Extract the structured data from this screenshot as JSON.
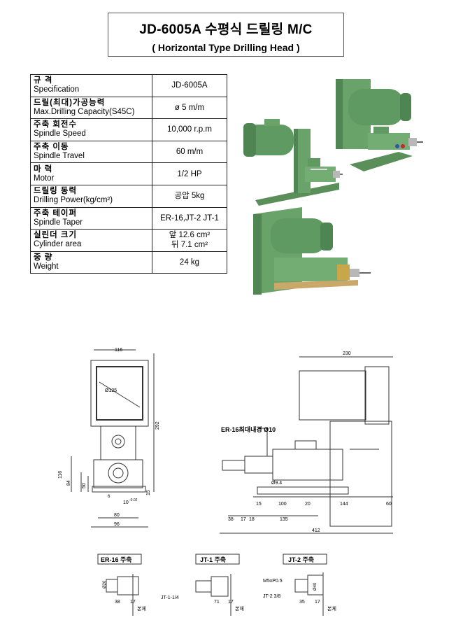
{
  "title": {
    "main": "JD-6005A 수평식 드릴링 M/C",
    "sub": "( Horizontal Type Drilling Head )"
  },
  "spec": {
    "rows": [
      {
        "ko": "규    격",
        "en": "Specification",
        "value": "JD-6005A"
      },
      {
        "ko": "드릴(최대)가공능력",
        "en": "Max.Drilling Capacity(S45C)",
        "value": "ø 5 m/m"
      },
      {
        "ko": "주축 회전수",
        "en": "Spindle Speed",
        "value": "10,000 r.p.m"
      },
      {
        "ko": "주축 이동",
        "en": "Spindle Travel",
        "value": "60 m/m"
      },
      {
        "ko": "마    력",
        "en": "Motor",
        "value": "1/2 HP"
      },
      {
        "ko": "드릴링 동력",
        "en": "Drilling Power(kg/cm²)",
        "value": "공압 5kg"
      },
      {
        "ko": "주축 테이퍼",
        "en": "Spindle Taper",
        "value": "ER-16,JT-2 JT-1"
      },
      {
        "ko": "실린더 크기",
        "en": "Cylinder area",
        "value": "앞 12.6 cm²",
        "value2": "뒤  7.1 cm²"
      },
      {
        "ko": "중    량",
        "en": "Weight",
        "value": "24 kg"
      }
    ]
  },
  "front_view": {
    "d116": "116",
    "d125": "Ø125",
    "d292": "292",
    "d116v": "116",
    "d84": "84",
    "d50": "50",
    "d15": "15",
    "d6": "6",
    "d10": "10",
    "tol": "-0.02",
    "d80": "80",
    "d96": "96"
  },
  "side_view": {
    "d230": "230",
    "er_label": "ER-16최대내경 Ø10",
    "d94": "Ø9.4",
    "d15": "15",
    "d100": "100",
    "d20": "20",
    "d144": "144",
    "d60": "60",
    "d38": "38",
    "d17": "17",
    "d18": "18",
    "d135": "135",
    "d412": "412"
  },
  "details": {
    "er16": {
      "title": "ER-16 주축",
      "d20": "Ø20",
      "d38": "38",
      "d17": "17",
      "body": "본체"
    },
    "jt1": {
      "title": "JT-1 주축",
      "spec": "JT-1-1/4",
      "d71": "71",
      "d17": "17",
      "body": "본체"
    },
    "jt2": {
      "title": "JT-2 주축",
      "thread": "M5xP0.5",
      "spec": "JT-2 3/8",
      "d40": "Ø40",
      "d35": "35",
      "d17": "17",
      "body": "본체"
    }
  },
  "colors": {
    "machine_green": "#6aa36a",
    "machine_dark": "#3f6f45",
    "brass": "#c8a64a"
  }
}
